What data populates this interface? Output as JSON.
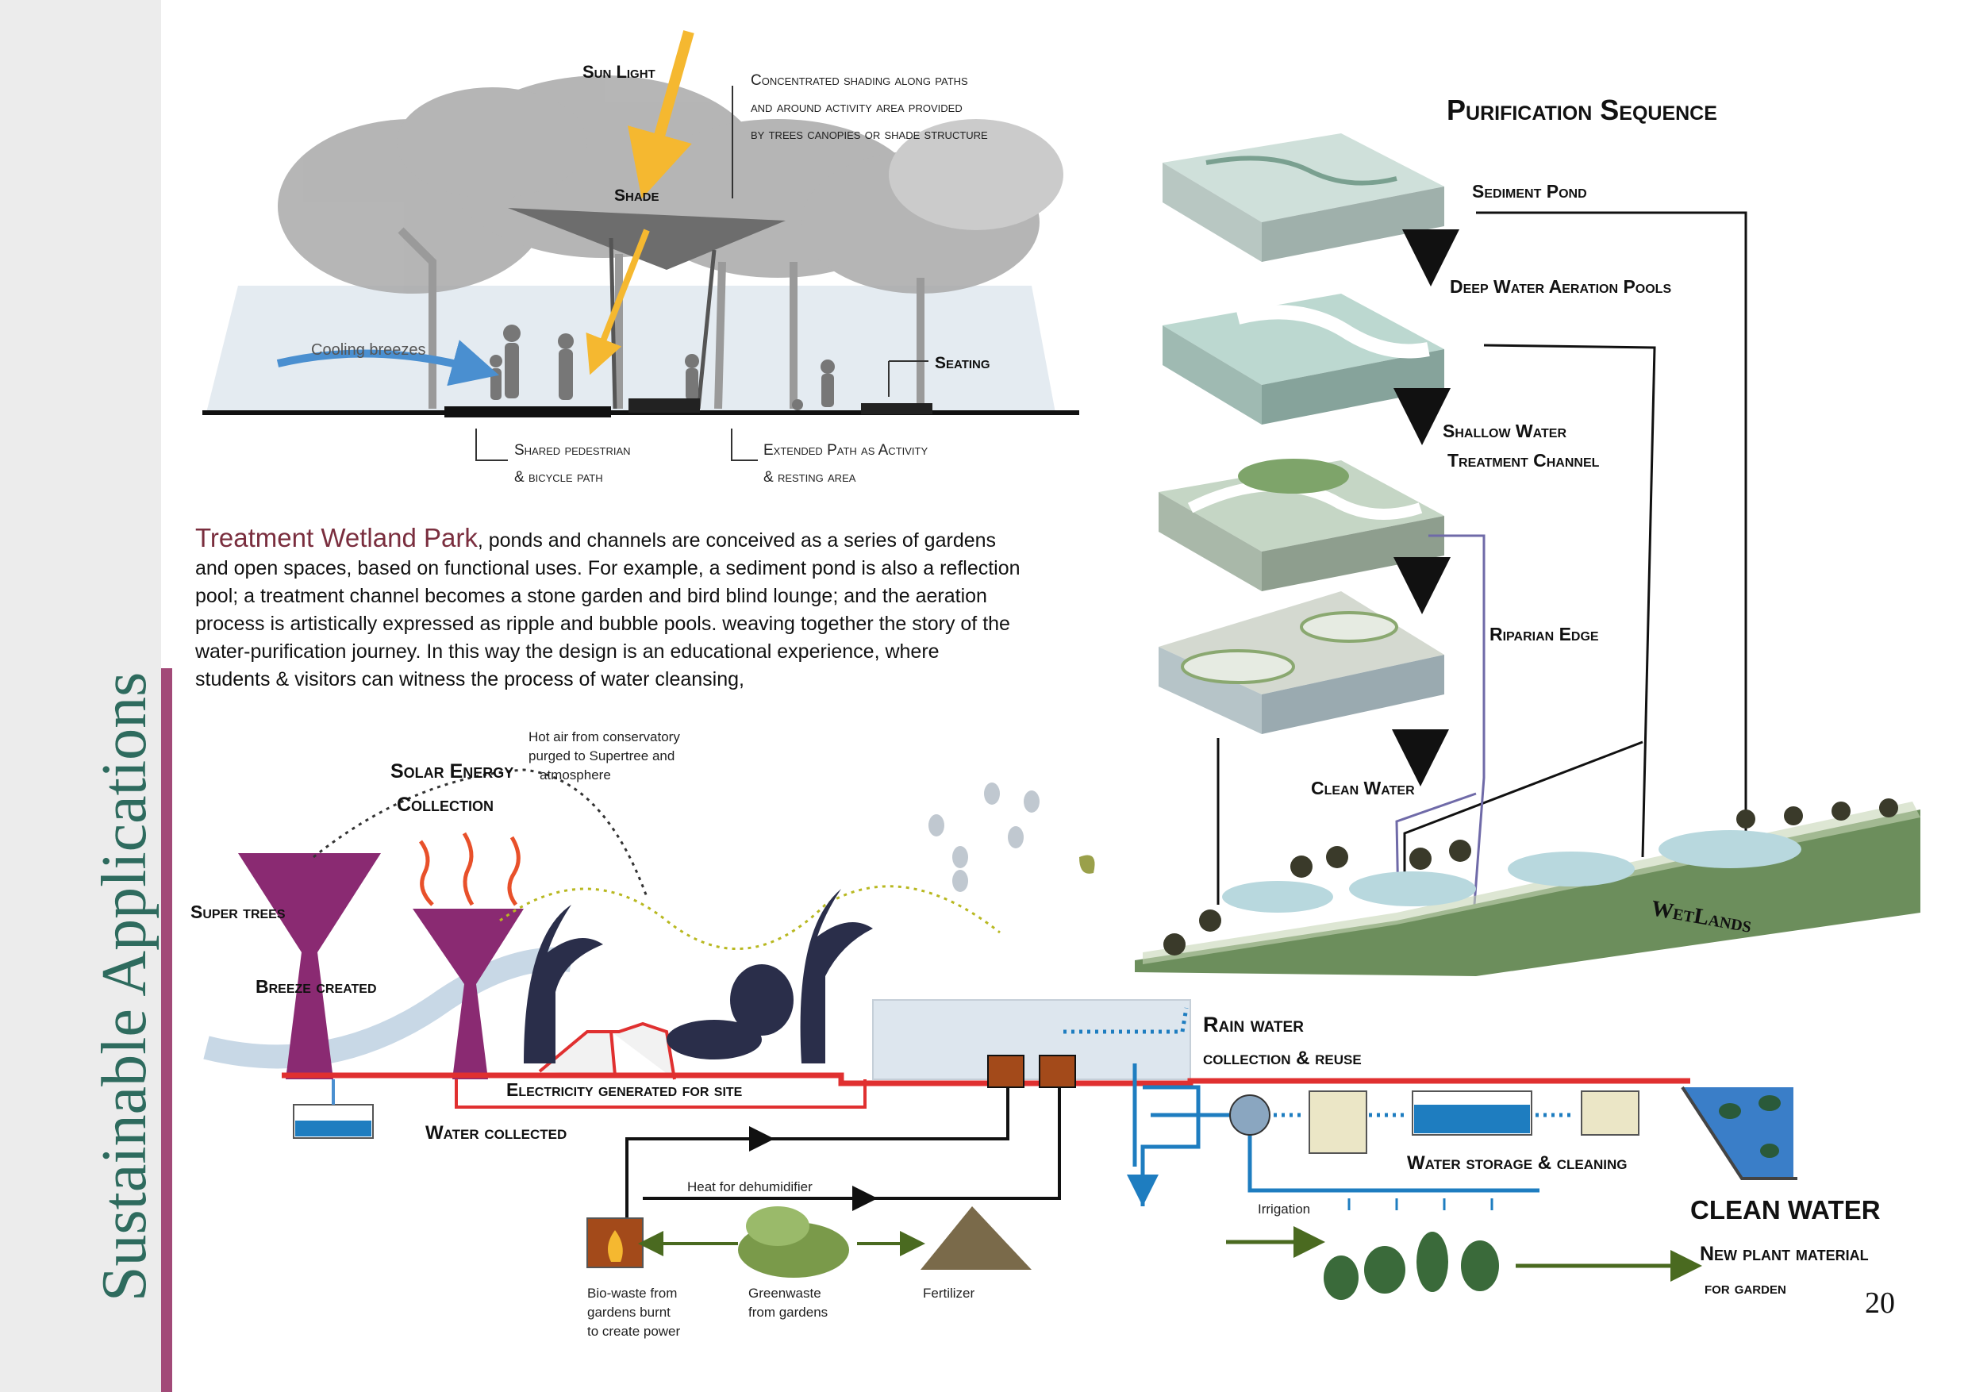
{
  "sidebar": {
    "title": "Sustainable Applications"
  },
  "shade_diagram": {
    "sun_light": "Sun Light",
    "shade": "Shade",
    "shading_note_1": "Concentrated shading along paths",
    "shading_note_2": "and around activity area provided",
    "shading_note_3": "by trees canopies or shade structure",
    "cooling_breezes": "Cooling breezes",
    "seating": "Seating",
    "shared_path_1": "Shared pedestrian",
    "shared_path_2": "& bicycle path",
    "extended_path_1": "Extended Path as Activity",
    "extended_path_2": "& resting area"
  },
  "paragraph": {
    "lead": "Treatment Wetland Park",
    "line1": ", ponds and channels are conceived as a series of gardens",
    "line2": "and open spaces, based on functional uses.  For example, a sediment pond is also a reflection",
    "line3": " pool; a treatment  channel  becomes a stone garden and bird blind lounge; and the aeration",
    "line4": "process is artistically expressed as ripple and bubble pools.  weaving together the story of the",
    "line5": " water-purification  journey.  In this way the design is an educational  experience, where",
    "line6": "students & visitors can witness the process of water cleansing,"
  },
  "purification": {
    "title": "Purification Sequence",
    "steps": [
      "Sediment Pond",
      "Deep Water Aeration Pools",
      "Shallow Water",
      "Treatment  Channel",
      "Riparian Edge",
      "Clean Water"
    ],
    "wetlands": "WetLands"
  },
  "energy_diagram": {
    "hot_air_1": "Hot air from conservatory",
    "hot_air_2": "purged to Supertree and",
    "hot_air_3": "atmosphere",
    "solar_1": "Solar Energy",
    "solar_2": "Collection",
    "super_trees": "Super trees",
    "breeze": "Breeze created",
    "electricity": "Electricity generated for site",
    "water_collected": "Water collected",
    "rain_1": "Rain water",
    "rain_2": "collection & reuse",
    "heat_dehumidifier": "Heat for dehumidifier",
    "bio_1": "Bio-waste from",
    "bio_2": "gardens burnt",
    "bio_3": "to create power",
    "green_1": "Greenwaste",
    "green_2": "from gardens",
    "fertilizer": "Fertilizer",
    "irrigation": "Irrigation",
    "storage": "Water storage & cleaning",
    "clean_water": "CLEAN WATER",
    "new_plant_1": "New plant material",
    "new_plant_2": "for garden"
  },
  "page_number": "20",
  "colors": {
    "sidebar_bg": "#ececec",
    "accent": "#a24a78",
    "title_green": "#2e6b5e",
    "lead_red": "#7a2e3e",
    "sun_yellow": "#f5b830",
    "breeze_blue": "#4a8fd0",
    "water_blue": "#1e7dc0",
    "electric_red": "#e03030",
    "tree_gray": "#9a9a9a",
    "supertree_purple": "#8a2a72"
  }
}
